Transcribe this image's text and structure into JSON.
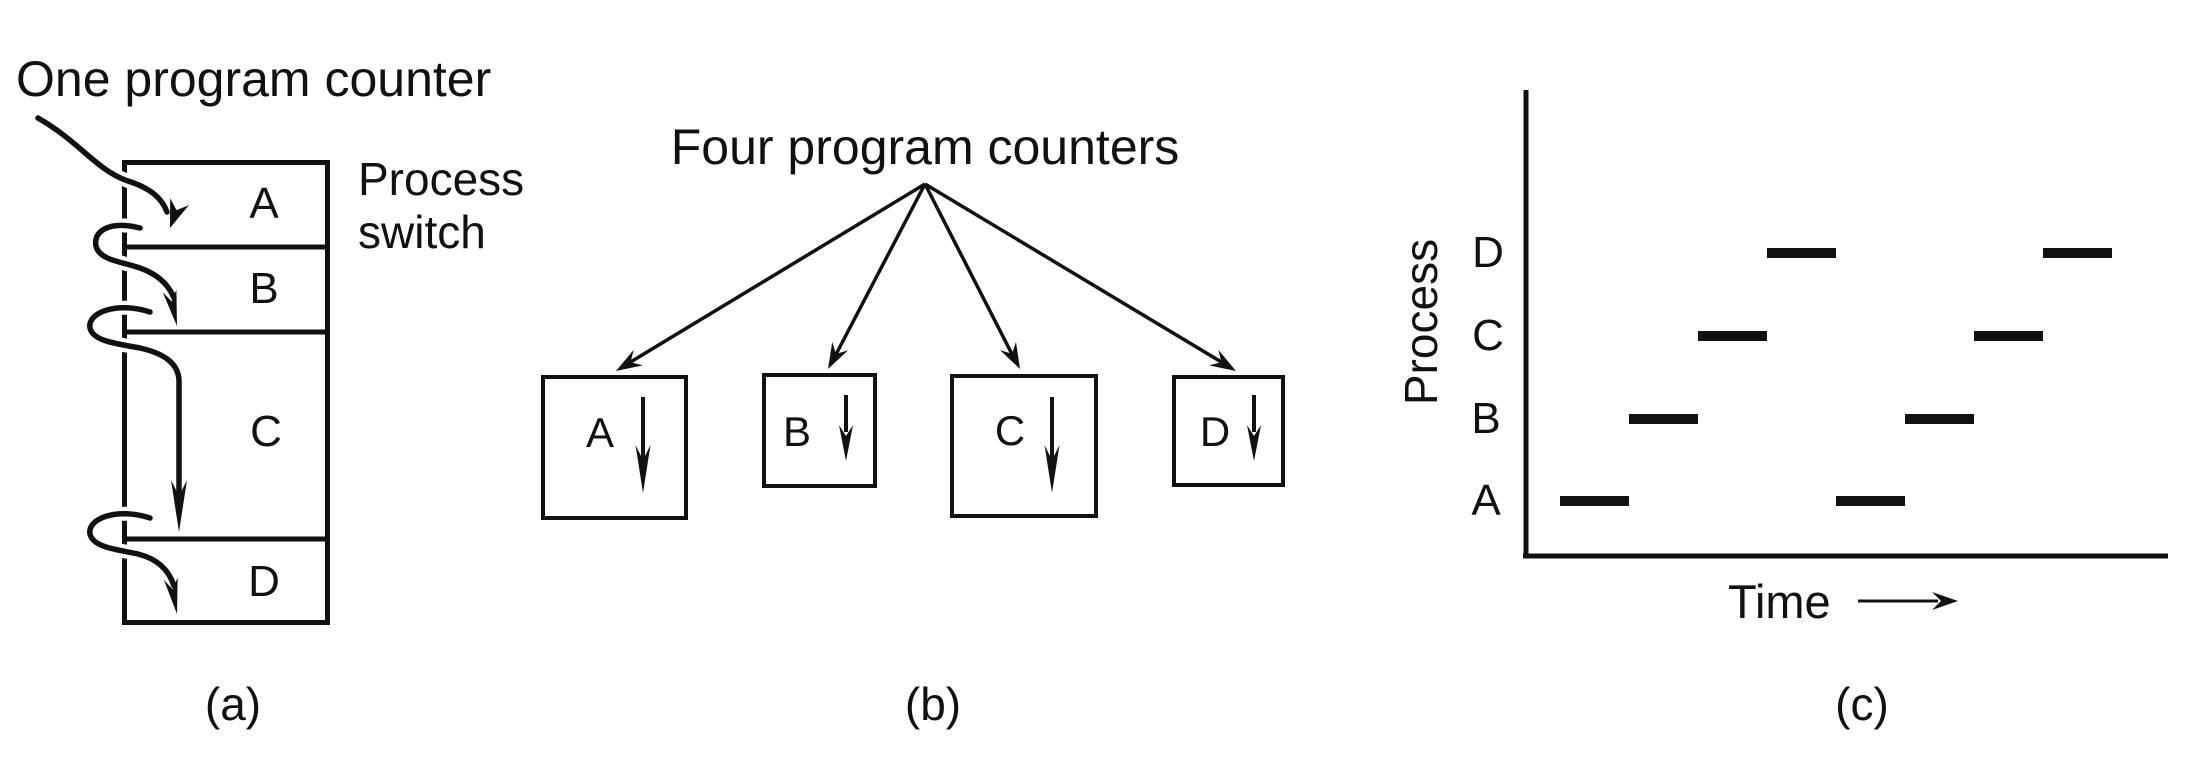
{
  "palette": {
    "ink": "#111111",
    "paper": "#ffffff"
  },
  "figure": {
    "panel_a": {
      "caption": "(a)",
      "annotation": "One program counter",
      "side_note_line1": "Process",
      "side_note_line2": "switch",
      "sections": [
        "A",
        "B",
        "C",
        "D"
      ]
    },
    "panel_b": {
      "caption": "(b)",
      "annotation": "Four program counters",
      "boxes": [
        "A",
        "B",
        "C",
        "D"
      ]
    },
    "panel_c": {
      "caption": "(c)",
      "y_axis_label": "Process",
      "x_axis_label": "Time"
    }
  },
  "chart_data": {
    "type": "timeline",
    "title": "",
    "ylabel": "Process",
    "xlabel": "Time",
    "rows_top_to_bottom": [
      "D",
      "C",
      "B",
      "A"
    ],
    "x_range_quanta": [
      0,
      8
    ],
    "grid": false,
    "legend": false,
    "segments": [
      {
        "process": "A",
        "start": 0,
        "end": 1
      },
      {
        "process": "B",
        "start": 1,
        "end": 2
      },
      {
        "process": "C",
        "start": 2,
        "end": 3
      },
      {
        "process": "D",
        "start": 3,
        "end": 4
      },
      {
        "process": "A",
        "start": 4,
        "end": 5
      },
      {
        "process": "B",
        "start": 5,
        "end": 6
      },
      {
        "process": "C",
        "start": 6,
        "end": 7
      },
      {
        "process": "D",
        "start": 7,
        "end": 8
      }
    ]
  }
}
